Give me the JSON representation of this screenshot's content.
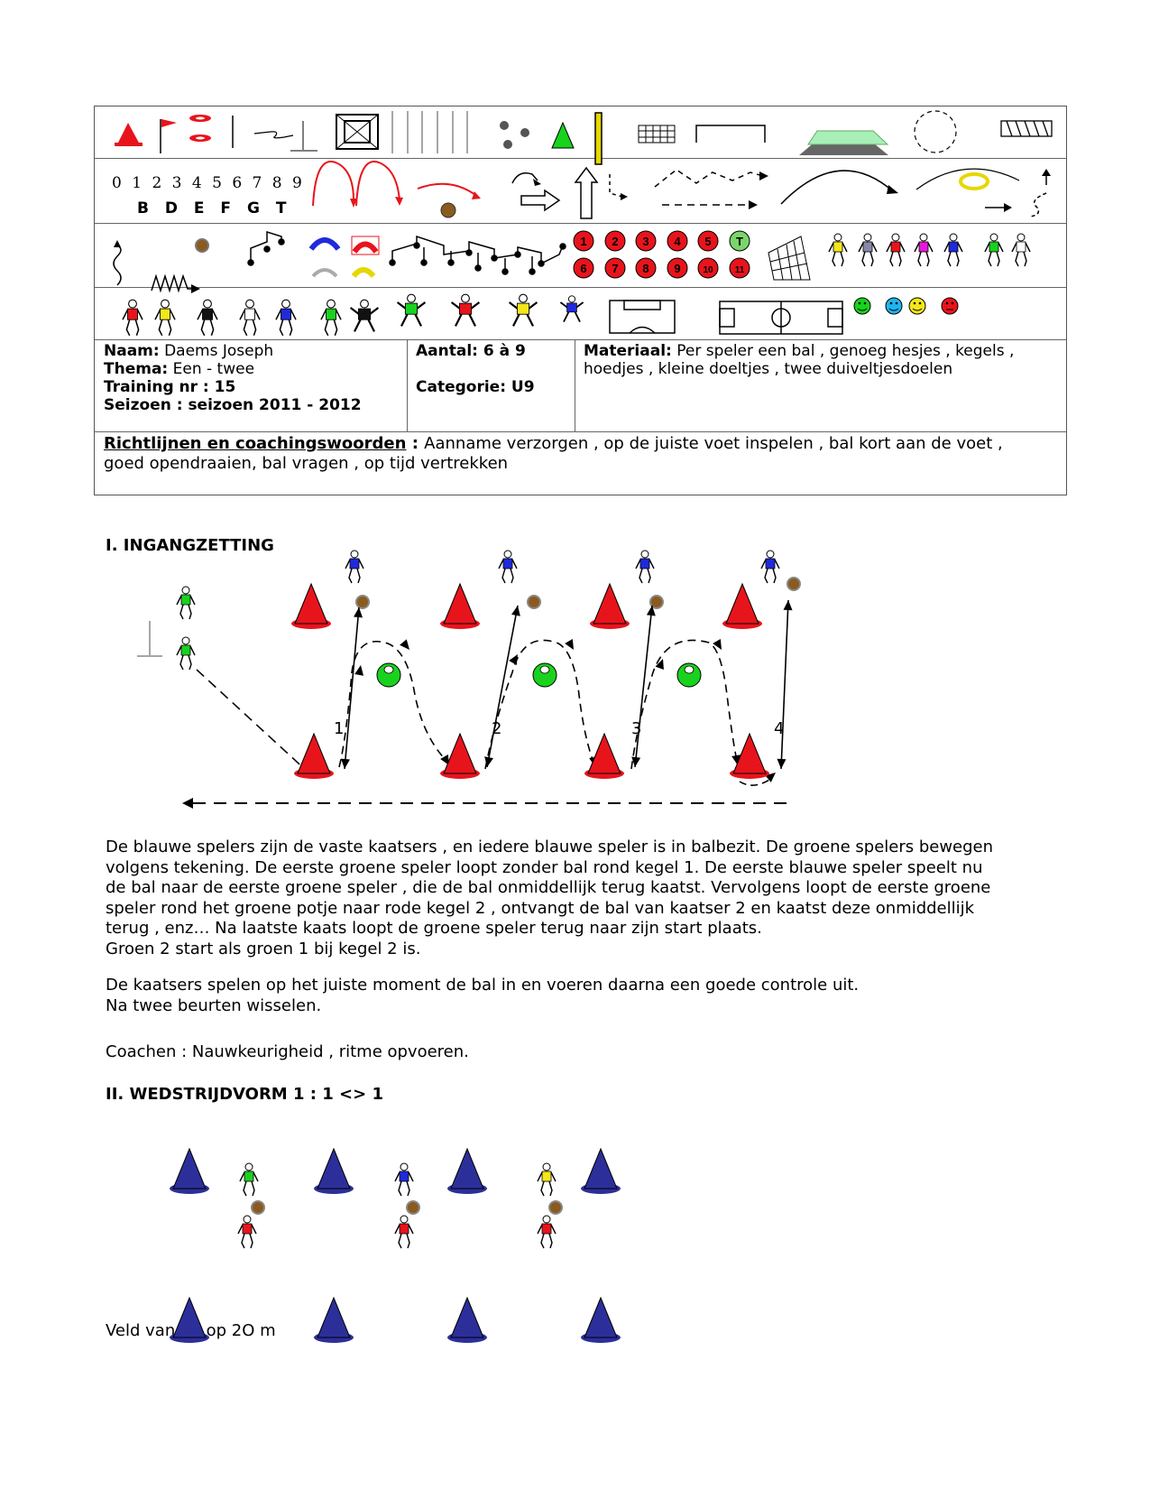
{
  "symbols": {
    "digits": "0 1 2 3 4 5 6 7 8 9",
    "letters": "B D E F G T",
    "numbers_row1": [
      "1",
      "2",
      "3",
      "4",
      "5",
      "T"
    ],
    "numbers_row2": [
      "6",
      "7",
      "8",
      "9",
      "10",
      "11"
    ]
  },
  "info": {
    "naam_label": "Naam:",
    "naam_value": "Daems Joseph",
    "thema_label": "Thema:",
    "thema_value": "Een - twee",
    "training_label": "Training nr : 15",
    "seizoen_label": "Seizoen : seizoen 2011 - 2012",
    "aantal_label": "Aantal: 6 à 9",
    "categorie_label": "Categorie: U9",
    "materiaal_label": "Materiaal:",
    "materiaal_value_1": "Per speler een bal , genoeg hesjes , kegels ,",
    "materiaal_value_2": "hoedjes , kleine doeltjes , twee duiveltjesdoelen",
    "richtlijnen_label": "Richtlijnen en coachingswoorden",
    "richtlijnen_sep": " : ",
    "richtlijnen_value_1": "Aanname verzorgen , op de juiste voet inspelen , bal kort aan de voet ,",
    "richtlijnen_value_2": "goed opendraaien, bal vragen , op tijd vertrekken"
  },
  "section1": {
    "heading": "I.  INGANGZETTING",
    "diagram_numbers": [
      "1",
      "2",
      "3",
      "4"
    ],
    "paragraph": [
      "De blauwe spelers zijn de vaste kaatsers , en iedere blauwe speler is in balbezit. De groene spelers bewegen",
      "volgens tekening. De eerste groene speler loopt zonder bal rond kegel 1. De eerste blauwe speler speelt nu",
      "de bal naar de eerste groene speler , die de bal onmiddellijk terug kaatst. Vervolgens loopt de eerste groene",
      "speler rond het groene potje naar rode kegel 2 , ontvangt de bal van kaatser 2 en kaatst deze onmiddellijk",
      "terug , enz… Na laatste kaats loopt de groene speler terug naar zijn start plaats.",
      "Groen 2 start als groen 1 bij kegel 2 is."
    ],
    "paragraph2": [
      "De kaatsers spelen op het juiste moment de bal in en voeren daarna een goede controle uit.",
      "Na twee beurten wisselen."
    ],
    "coach": "Coachen : Nauwkeurigheid , ritme opvoeren."
  },
  "section2": {
    "heading": "II. WEDSTRIJDVORM 1 : 1 <> 1",
    "field_text_a": "Veld van",
    "field_text_b": "op 2O m"
  },
  "colors": {
    "red": "#e8141c",
    "green": "#19d21e",
    "blue": "#1f2adb",
    "navy_cone": "#2c2f9a",
    "yellow": "#f3e61a",
    "ball": "#8b5a1f"
  }
}
